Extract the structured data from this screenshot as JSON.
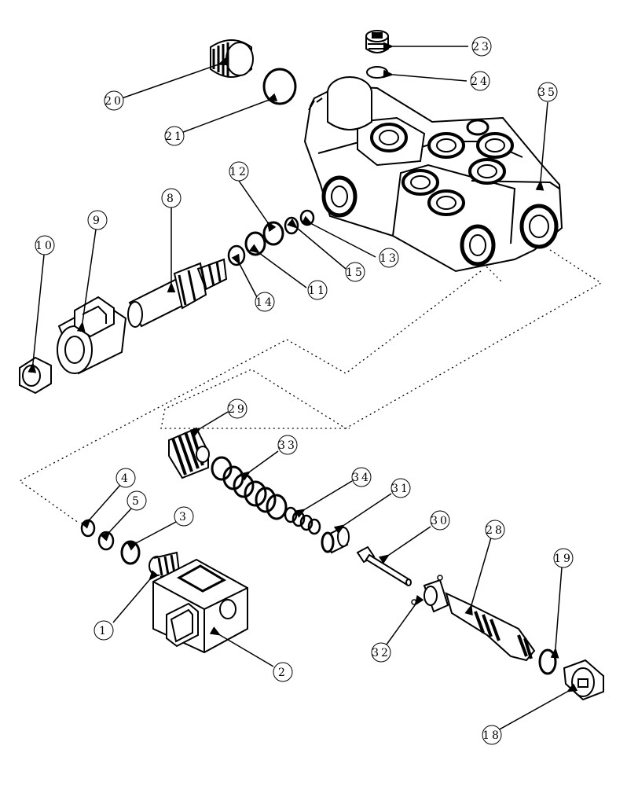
{
  "callouts": [
    {
      "id": "c1",
      "label": "1"
    },
    {
      "id": "c2",
      "label": "2"
    },
    {
      "id": "c3",
      "label": "3"
    },
    {
      "id": "c4",
      "label": "4"
    },
    {
      "id": "c5",
      "label": "5"
    },
    {
      "id": "c8",
      "label": "8"
    },
    {
      "id": "c9",
      "label": "9"
    },
    {
      "id": "c10",
      "label": "10"
    },
    {
      "id": "c11",
      "label": "11"
    },
    {
      "id": "c12",
      "label": "12"
    },
    {
      "id": "c13",
      "label": "13"
    },
    {
      "id": "c14",
      "label": "14"
    },
    {
      "id": "c15",
      "label": "15"
    },
    {
      "id": "c18",
      "label": "18"
    },
    {
      "id": "c19",
      "label": "19"
    },
    {
      "id": "c20",
      "label": "20"
    },
    {
      "id": "c21",
      "label": "21"
    },
    {
      "id": "c23",
      "label": "23"
    },
    {
      "id": "c24",
      "label": "24"
    },
    {
      "id": "c28",
      "label": "28"
    },
    {
      "id": "c29",
      "label": "29"
    },
    {
      "id": "c30",
      "label": "30"
    },
    {
      "id": "c31",
      "label": "31"
    },
    {
      "id": "c32",
      "label": "32"
    },
    {
      "id": "c33",
      "label": "33"
    },
    {
      "id": "c34",
      "label": "34"
    },
    {
      "id": "c35",
      "label": "35"
    }
  ],
  "colors": {
    "ink": "#000000",
    "paper": "#ffffff",
    "shade": "#5a5a5a"
  }
}
